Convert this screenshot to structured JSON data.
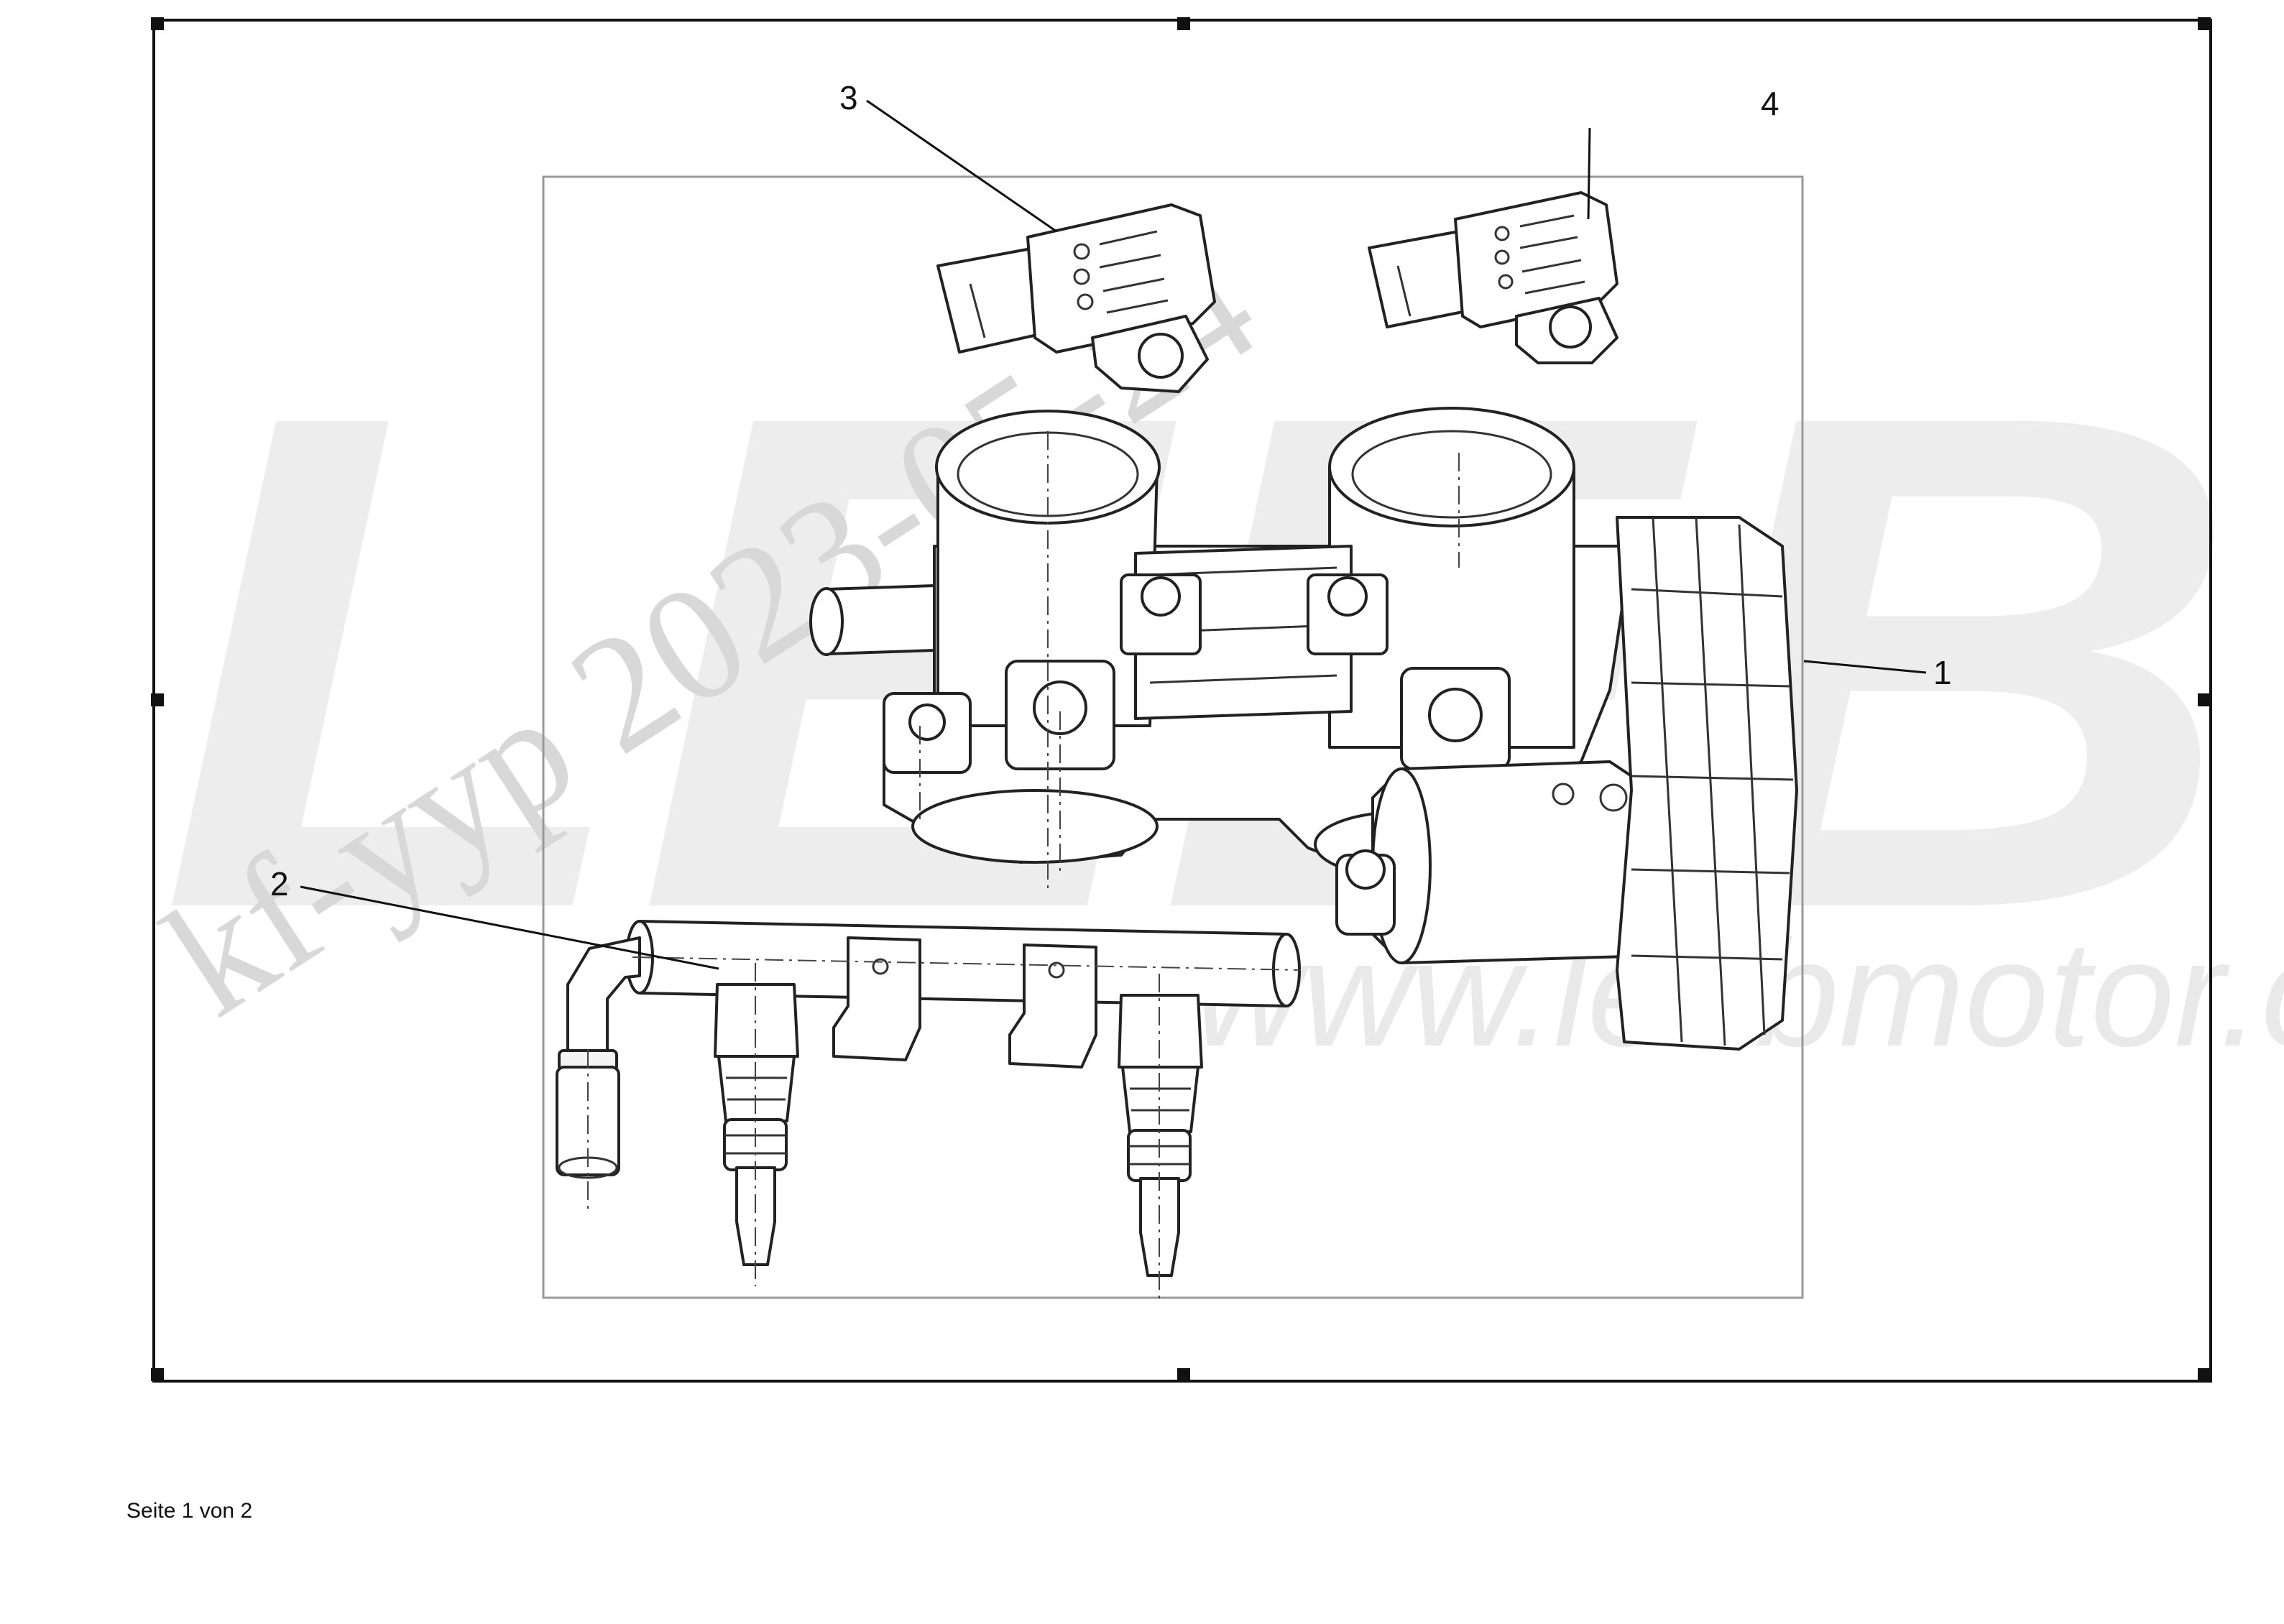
{
  "watermarks": {
    "brand": "LEEB",
    "url": "www.leebmotor.com",
    "diagonal": "kf-yyp 2023-05-24"
  },
  "callouts": [
    {
      "label": "1",
      "part": "throttle-body"
    },
    {
      "label": "2",
      "part": "fuel-rail-with-injectors"
    },
    {
      "label": "3",
      "part": "map-sensor-left"
    },
    {
      "label": "4",
      "part": "map-sensor-right"
    }
  ],
  "footer": {
    "page_text": "Seite 1 von 2"
  }
}
